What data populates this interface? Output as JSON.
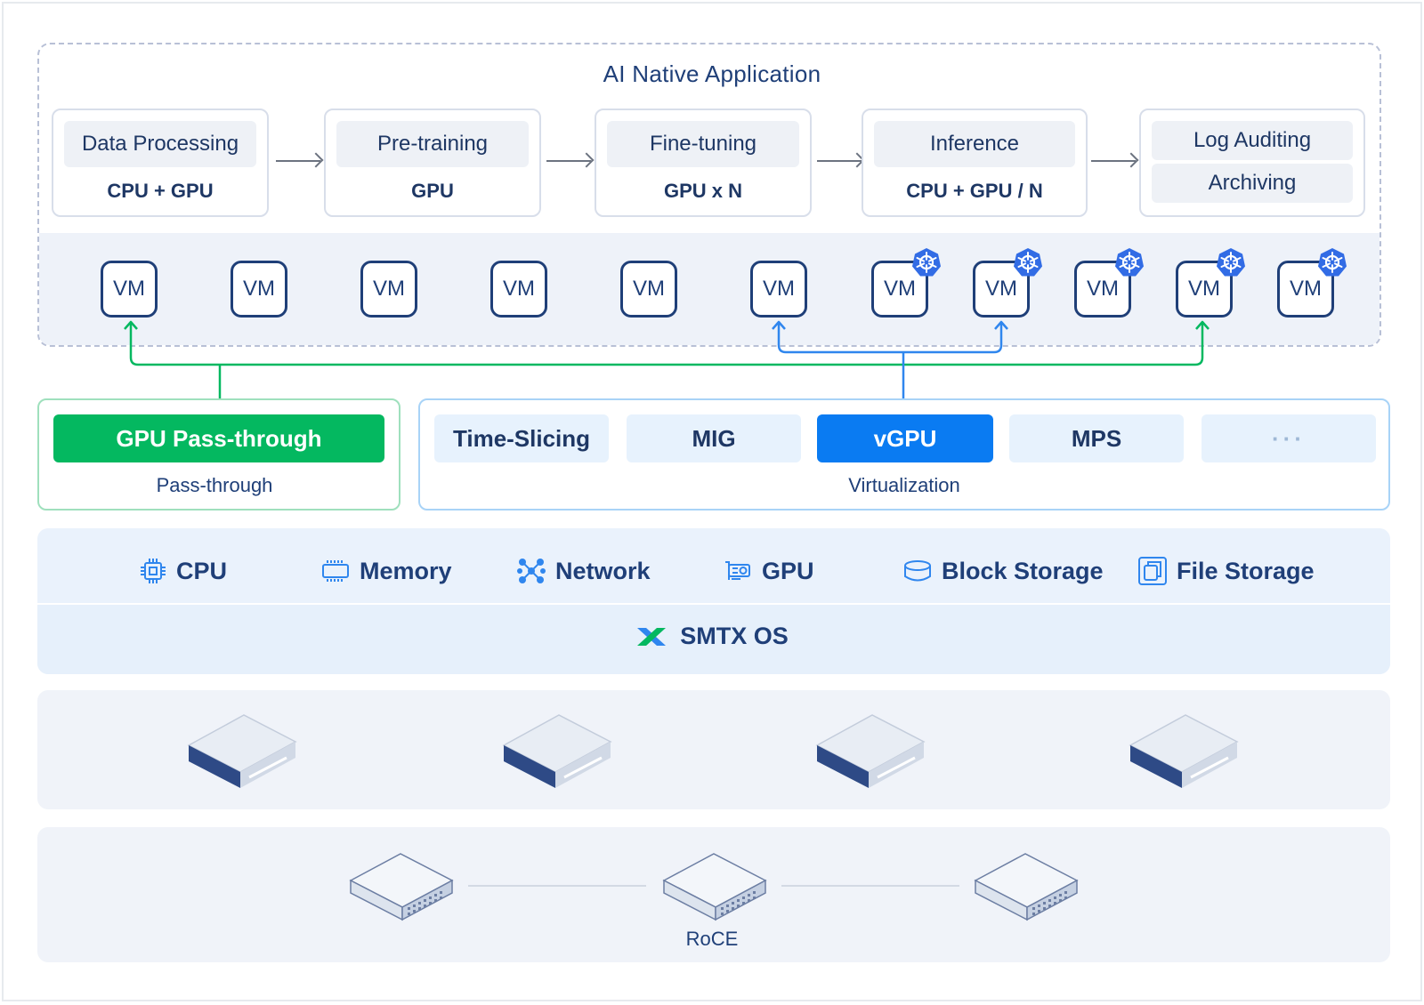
{
  "app": {
    "title": "AI Native Application",
    "stages": [
      {
        "label": "Data Processing",
        "spec": "CPU + GPU"
      },
      {
        "label": "Pre-training",
        "spec": "GPU"
      },
      {
        "label": "Fine-tuning",
        "spec": "GPU x N"
      },
      {
        "label": "Inference",
        "spec": "CPU + GPU / N"
      },
      {
        "label_top": "Log Auditing",
        "label_bottom": "Archiving"
      }
    ]
  },
  "vms": {
    "label": "VM",
    "count": 11,
    "kubernetes_icon": "kubernetes-wheel-icon"
  },
  "modes": {
    "passthrough": {
      "button": "GPU Pass-through",
      "caption": "Pass-through",
      "color": "#04b860"
    },
    "virtualization": {
      "caption": "Virtualization",
      "techs": [
        "Time-Slicing",
        "MIG",
        "vGPU",
        "MPS",
        "···"
      ],
      "active": "vGPU",
      "color": "#0a7bf2"
    }
  },
  "resources": {
    "items": [
      {
        "label": "CPU",
        "icon": "cpu-chip-icon"
      },
      {
        "label": "Memory",
        "icon": "memory-module-icon"
      },
      {
        "label": "Network",
        "icon": "network-icon"
      },
      {
        "label": "GPU",
        "icon": "gpu-card-icon"
      },
      {
        "label": "Block Storage",
        "icon": "block-storage-icon"
      },
      {
        "label": "File Storage",
        "icon": "file-storage-icon"
      }
    ],
    "os": "SMTX OS"
  },
  "hardware": {
    "servers": {
      "icon": "server-icon"
    },
    "switches": {
      "icon": "switch-icon"
    },
    "network_label": "RoCE"
  },
  "colors": {
    "navy": "#1f3f78",
    "passthrough_green": "#04b860",
    "vgpu_blue": "#0a7bf2",
    "k8s_blue": "#326ce5"
  }
}
